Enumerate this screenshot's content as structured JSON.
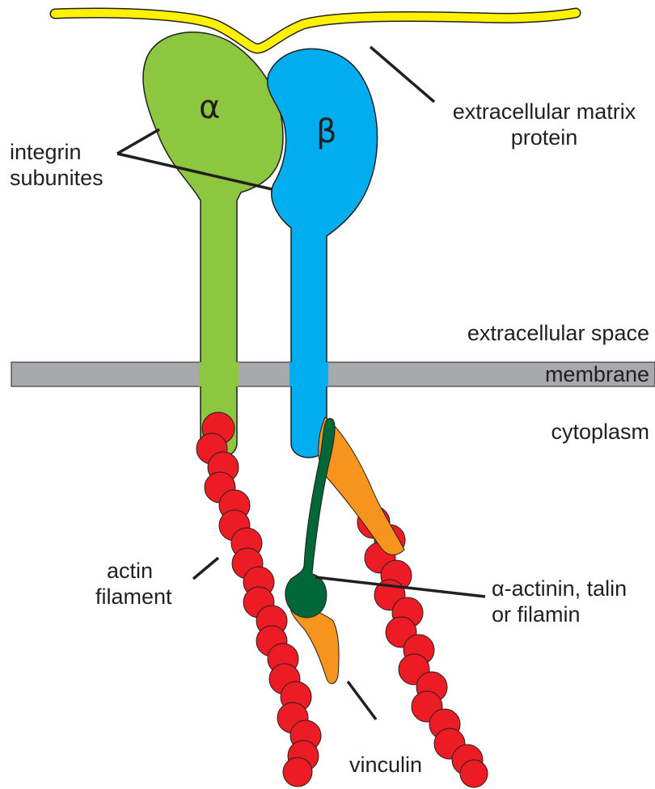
{
  "subunit_alpha": "α",
  "subunit_beta": "β",
  "labels": {
    "ecm_protein_line1": "extracellular matrix",
    "ecm_protein_line2": "protein",
    "integrin_line1": "integrin",
    "integrin_line2": "subunites",
    "extracellular_space": "extracellular space",
    "membrane": "membrane",
    "cytoplasm": "cytoplasm",
    "actin_line1": "actin",
    "actin_line2": "filament",
    "linker_line1": "α-actinin, talin",
    "linker_line2": "or filamin",
    "vinculin": "vinculin"
  },
  "colors": {
    "ecm_protein": "#fff200",
    "alpha_subunit": "#8dc63f",
    "beta_subunit": "#00aeef",
    "membrane": "#a7a9ac",
    "actin": "#ed1c24",
    "vinculin": "#f7941d",
    "linker": "#006838",
    "outline": "#231f20"
  }
}
